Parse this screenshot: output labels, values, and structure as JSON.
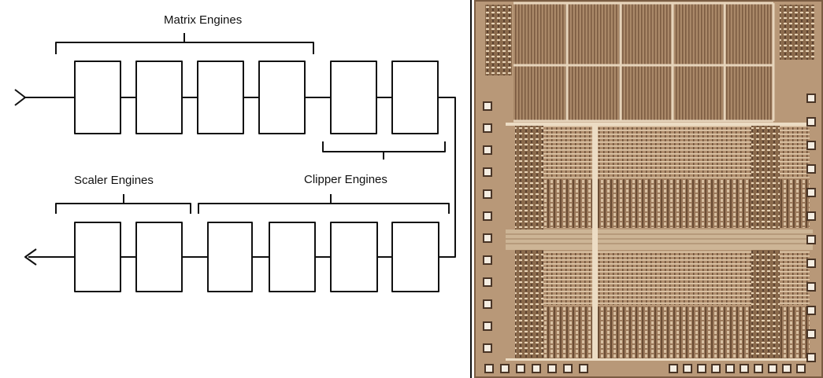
{
  "diagram": {
    "labels": {
      "matrix": "Matrix Engines",
      "scaler": "Scaler Engines",
      "clipper": "Clipper Engines"
    },
    "top_row_blocks": 6,
    "bottom_row_blocks": 6
  },
  "die_photo": {
    "colors": {
      "background": "#b89878",
      "metal": "#dcc6aa",
      "dark": "#6e5038",
      "pad": "#f4ede2"
    }
  }
}
